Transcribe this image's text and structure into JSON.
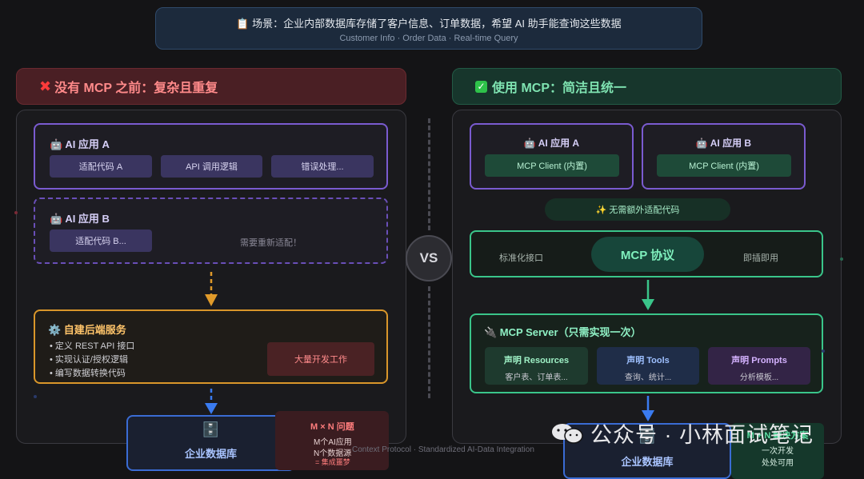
{
  "scenario": {
    "icon": "clipboard-icon",
    "text": "📋 场景：企业内部数据库存储了客户信息、订单数据，希望 AI 助手能查询这些数据",
    "subtitle": "Customer Info · Order Data · Real-time Query"
  },
  "left": {
    "header": "没有 MCP 之前：复杂且重复",
    "app_a": {
      "title": "🤖 AI 应用 A",
      "pills": [
        "适配代码 A",
        "API 调用逻辑",
        "错误处理..."
      ]
    },
    "app_b": {
      "title": "🤖 AI 应用 B",
      "pill": "适配代码 B...",
      "note": "需要重新适配！"
    },
    "backend": {
      "title": "⚙️ 自建后端服务",
      "items": [
        "• 定义 REST API 接口",
        "• 实现认证/授权逻辑",
        "• 编写数据转换代码"
      ],
      "badge": "大量开发工作"
    },
    "db": {
      "icon": "🗄️",
      "title": "企业数据库"
    },
    "mn": {
      "title": "M × N 问题",
      "line1": "M个AI应用",
      "line2": "N个数据源",
      "line3": "= 集成噩梦"
    }
  },
  "vs": "VS",
  "right": {
    "header": "使用 MCP：简洁且统一",
    "app_a": {
      "title": "🤖 AI 应用 A",
      "client": "MCP Client (内置)"
    },
    "app_b": {
      "title": "🤖 AI 应用 B",
      "client": "MCP Client (内置)"
    },
    "no_extra": "✨ 无需额外适配代码",
    "protocol": {
      "left": "标准化接口",
      "core": "MCP 协议",
      "right": "即插即用"
    },
    "server": {
      "title": "🔌 MCP Server（只需实现一次）",
      "resources": [
        {
          "title": "声明 Resources",
          "sub": "客户表、订单表..."
        },
        {
          "title": "声明 Tools",
          "sub": "查询、统计..."
        },
        {
          "title": "声明 Prompts",
          "sub": "分析模板..."
        }
      ]
    },
    "db": {
      "icon": "🗄️",
      "title": "企业数据库"
    },
    "m1n": {
      "title": "M + N 解决方案",
      "line1": "一次开发",
      "line2": "处处可用"
    }
  },
  "footer": "Context Protocol · Standardized AI-Data Integration",
  "watermark": "公众号 · 小林面试笔记",
  "colors": {
    "accent_green": "#3ac58a",
    "accent_purple": "#7a5bd0",
    "accent_orange": "#d9962a",
    "accent_red": "#ff4d4d",
    "accent_blue": "#3a6cd4"
  }
}
